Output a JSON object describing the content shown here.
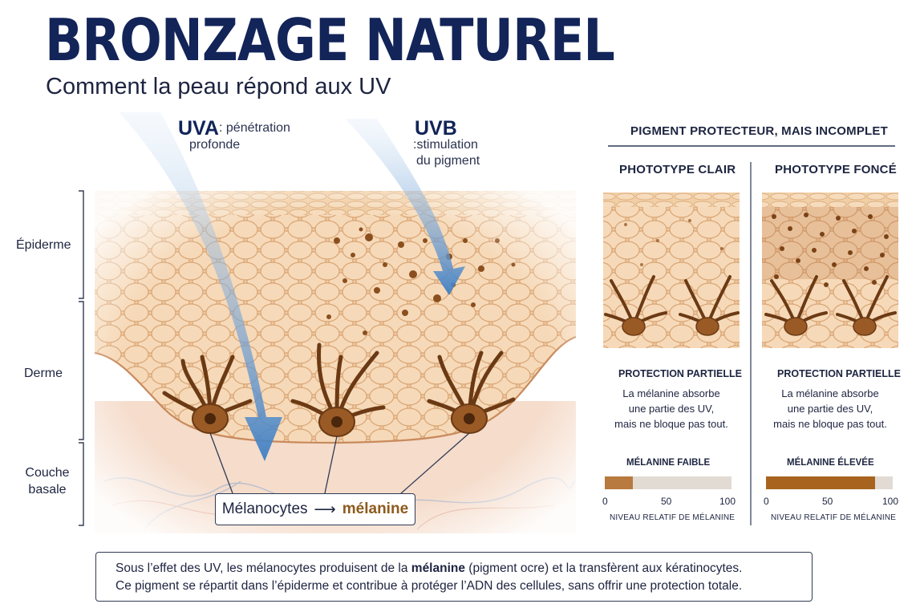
{
  "header": {
    "title": "BRONZAGE NATUREL",
    "subtitle": "Comment la peau répond aux UV"
  },
  "uv": {
    "uva_label": "UVA",
    "uva_desc_1": ": pénétration",
    "uva_desc_2": "profonde",
    "uvb_label": "UVB",
    "uvb_desc_1": ":stimulation",
    "uvb_desc_2": "du pigment"
  },
  "layers": {
    "epidermis": "Épiderme",
    "dermis": "Derme",
    "basal_1": "Couche",
    "basal_2": "basale"
  },
  "melanocyte_box": {
    "part1": "Mélanocytes",
    "arrow": "⟶",
    "part2": "mélanine"
  },
  "right_panel": {
    "heading": "PIGMENT PROTECTEUR, MAIS INCOMPLET",
    "light": {
      "title": "PHOTOTYPE CLAIR",
      "protection": "PROTECTION PARTIELLE",
      "desc_1": "La mélanine absorbe",
      "desc_2": "une partie des UV,",
      "desc_3": "mais ne bloque pas tout.",
      "bar_label": "MÉLANINE FAIBLE",
      "level_percent": 22,
      "tick_0": "0",
      "tick_50": "50",
      "tick_100": "100",
      "bar_caption": "NIVEAU RELATIF DE MÉLANINE"
    },
    "dark": {
      "title": "PHOTOTYPE FONCÉ",
      "protection": "PROTECTION PARTIELLE",
      "desc_1": "La mélanine absorbe",
      "desc_2": "une partie des UV,",
      "desc_3": "mais ne bloque pas tout.",
      "bar_label": "MÉLANINE ÉLEVÉE",
      "level_percent": 86,
      "tick_0": "0",
      "tick_50": "50",
      "tick_100": "100",
      "bar_caption": "NIVEAU RELATIF DE MÉLANINE"
    }
  },
  "footer": {
    "line1_a": "Sous l’effet des UV, les mélanocytes produisent de la ",
    "line1_bold": "mélanine",
    "line1_b": " (pigment ocre) et la transfèrent aux kératinocytes.",
    "line2": "Ce pigment se répartit dans l’épiderme et contribue à protéger l’ADN des cellules, sans offrir une protection totale."
  },
  "colors": {
    "navy": "#122458",
    "uv_blue": "#4a86c8",
    "skin": "#f3d3b0",
    "melanin": "#8b4f1e",
    "bar_light": "#b87a3e",
    "bar_dark": "#a8641f",
    "bar_track": "#e2dbd3"
  }
}
